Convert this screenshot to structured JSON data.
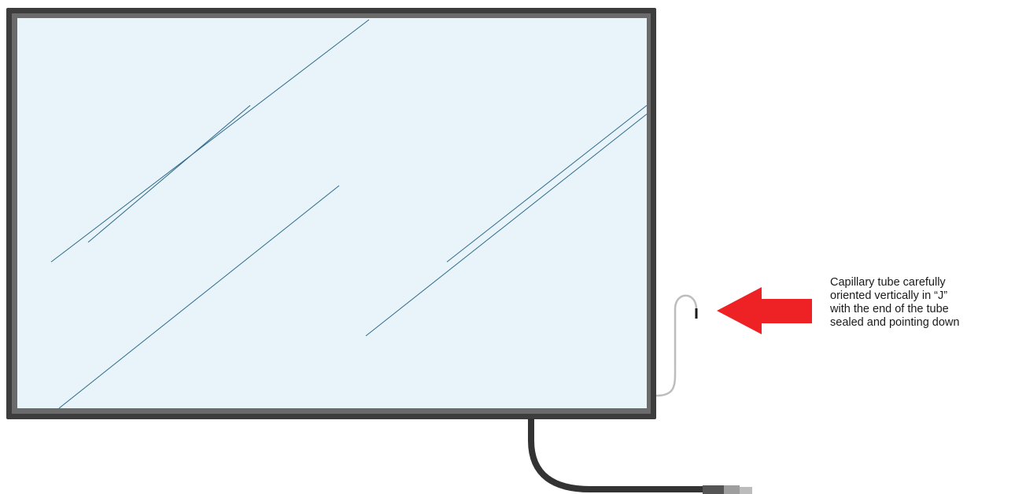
{
  "diagram": {
    "callout_lines": [
      "Capillary tube carefully",
      "oriented vertically in “J”",
      "with the end of the tube",
      "sealed and pointing down"
    ],
    "colors": {
      "frame_outer": "#3d3d3d",
      "frame_inner": "#6b6b6b",
      "glass": "#e8f4fa",
      "glass_lines": "#2f6a8a",
      "capillary_tube": "#bdbdbd",
      "tube_end": "#1a1a1a",
      "arrow": "#ee2124",
      "cable": "#333333",
      "connector": "#9e9e9e"
    },
    "icons": {
      "arrow": "arrow-left-icon"
    }
  }
}
